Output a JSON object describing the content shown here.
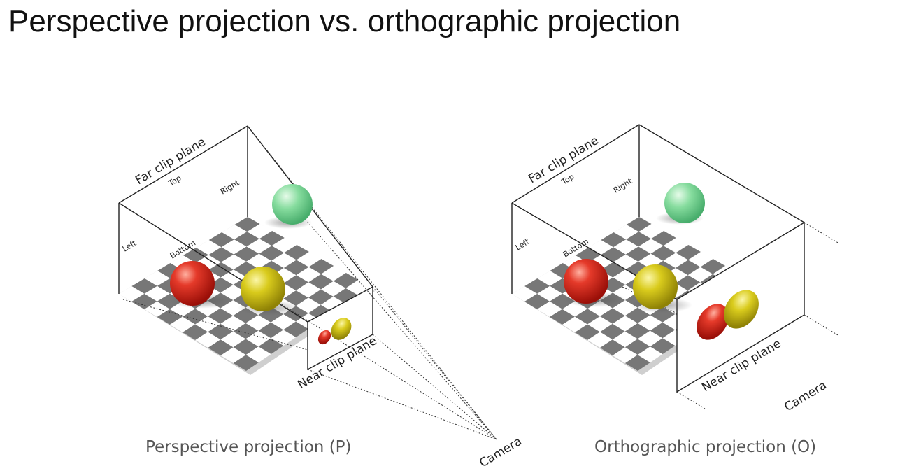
{
  "title": "Perspective projection vs. orthographic projection",
  "perspective": {
    "caption": "Perspective projection (P)",
    "far_clip_label": "Far clip plane",
    "near_clip_label": "Near clip plane",
    "top_label": "Top",
    "right_label": "Right",
    "left_label": "Left",
    "bottom_label": "Bottom",
    "camera_label": "Camera"
  },
  "orthographic": {
    "caption": "Orthographic projection (O)",
    "far_clip_label": "Far clip plane",
    "near_clip_label": "Near clip plane",
    "top_label": "Top",
    "right_label": "Right",
    "left_label": "Left",
    "bottom_label": "Bottom",
    "camera_label": "Camera"
  },
  "colors": {
    "red_sphere": "#e02020",
    "yellow_sphere": "#d8c81a",
    "green_sphere": "#7fd99a",
    "checker_dark": "#777777",
    "checker_light": "#ffffff"
  }
}
